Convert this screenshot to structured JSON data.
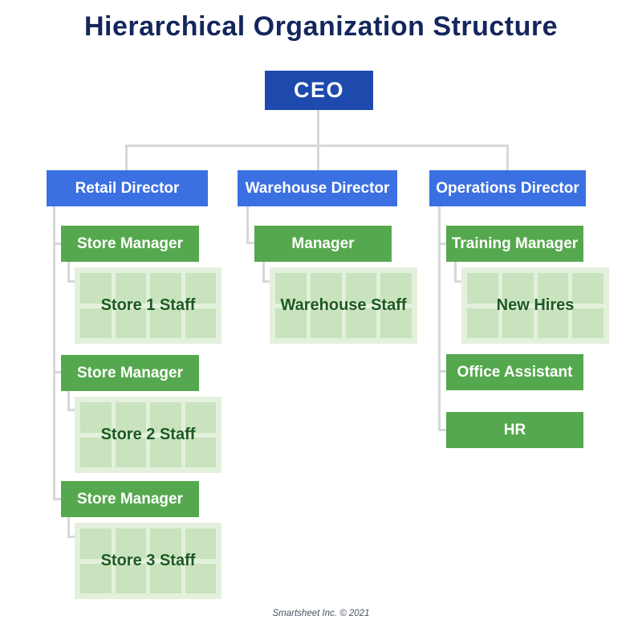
{
  "title": "Hierarchical Organization Structure",
  "footer": "Smartsheet Inc. © 2021",
  "colors": {
    "background": "#ffffff",
    "title-text": "#14265c",
    "ceo-box": "#1e4aae",
    "director-box": "#3b70e2",
    "manager-box": "#56a84e",
    "box-text": "#ffffff",
    "staff-container": "#e3f1dc",
    "staff-cell": "#c8e3bd",
    "staff-text": "#1d5a23",
    "connector": "#d8d8d8",
    "footer-text": "#4a5465"
  },
  "org": {
    "ceo": "CEO",
    "directors": [
      {
        "label": "Retail Director"
      },
      {
        "label": "Warehouse Director"
      },
      {
        "label": "Operations Director"
      }
    ],
    "retail": {
      "units": [
        {
          "manager": "Store Manager",
          "staff": "Store 1 Staff"
        },
        {
          "manager": "Store Manager",
          "staff": "Store 2 Staff"
        },
        {
          "manager": "Store Manager",
          "staff": "Store 3 Staff"
        }
      ]
    },
    "warehouse": {
      "units": [
        {
          "manager": "Manager",
          "staff": "Warehouse Staff"
        }
      ]
    },
    "operations": {
      "units": [
        {
          "manager": "Training Manager",
          "staff": "New Hires"
        }
      ],
      "roles": [
        {
          "label": "Office Assistant"
        },
        {
          "label": "HR"
        }
      ]
    }
  }
}
